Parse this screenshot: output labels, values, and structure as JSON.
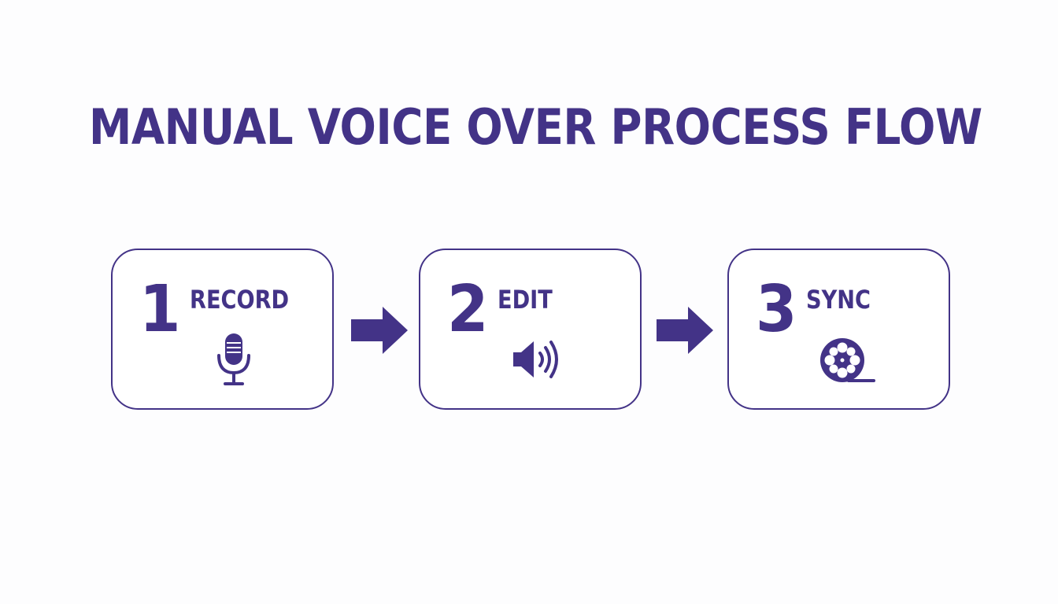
{
  "title": "MANUAL VOICE OVER PROCESS FLOW",
  "colors": {
    "primary": "#433387",
    "background": "#fdfdfe"
  },
  "steps": [
    {
      "number": "1",
      "label": "RECORD",
      "icon": "microphone-icon"
    },
    {
      "number": "2",
      "label": "EDIT",
      "icon": "speaker-icon"
    },
    {
      "number": "3",
      "label": "SYNC",
      "icon": "film-reel-icon"
    }
  ]
}
